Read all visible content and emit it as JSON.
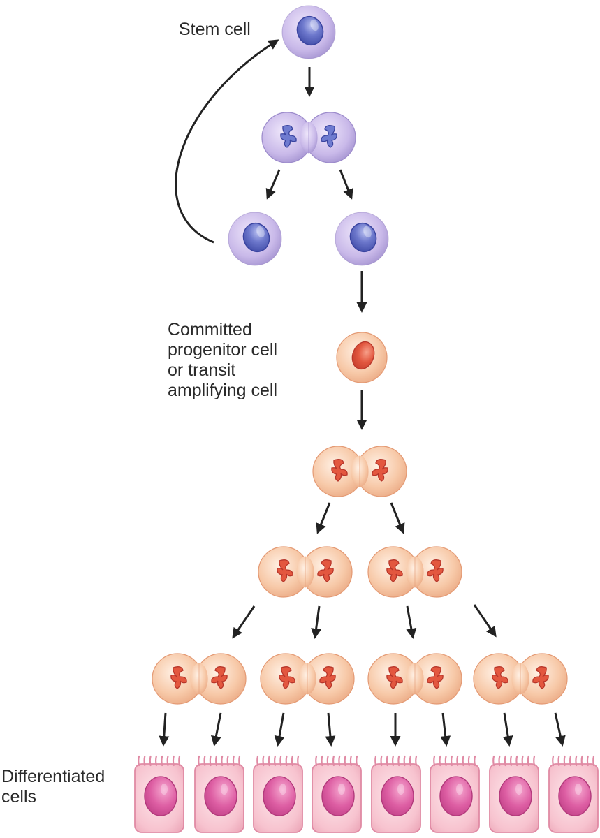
{
  "labels": {
    "stem_cell": "Stem cell",
    "progenitor": [
      "Committed",
      "progenitor cell",
      "or transit",
      "amplifying cell"
    ],
    "differentiated": [
      "Differentiated",
      "cells"
    ]
  },
  "colors": {
    "stem_fill": "#c8b8e8",
    "stem_nucleus": "#5c67c0",
    "progenitor_fill": "#f6c9a8",
    "progenitor_nucleus": "#e0563f",
    "differentiated_fill": "#f6c0cd",
    "differentiated_nucleus": "#d9559a",
    "arrow": "#222222"
  }
}
